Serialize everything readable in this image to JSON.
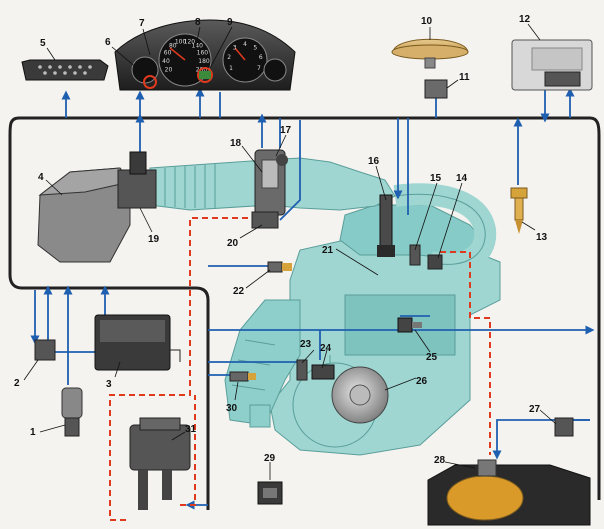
{
  "diagram": {
    "labels": [
      "1",
      "2",
      "3",
      "4",
      "5",
      "6",
      "7",
      "8",
      "9",
      "10",
      "11",
      "12",
      "13",
      "14",
      "15",
      "16",
      "17",
      "18",
      "19",
      "20",
      "21",
      "22",
      "23",
      "24",
      "25",
      "26",
      "27",
      "28",
      "29",
      "30",
      "31"
    ],
    "dashboard": {
      "speed_marks": [
        "20",
        "40",
        "60",
        "80",
        "100",
        "120",
        "140",
        "160",
        "180",
        "200"
      ],
      "rpm_marks": [
        "1",
        "2",
        "3",
        "4",
        "5",
        "6",
        "7"
      ]
    },
    "colors": {
      "signal_line": "#1f5fb0",
      "harness": "#222222",
      "vacuum_line": "#e03a1e",
      "engine_fill": "#9fd6d2",
      "background": "#f4f3f0"
    }
  }
}
